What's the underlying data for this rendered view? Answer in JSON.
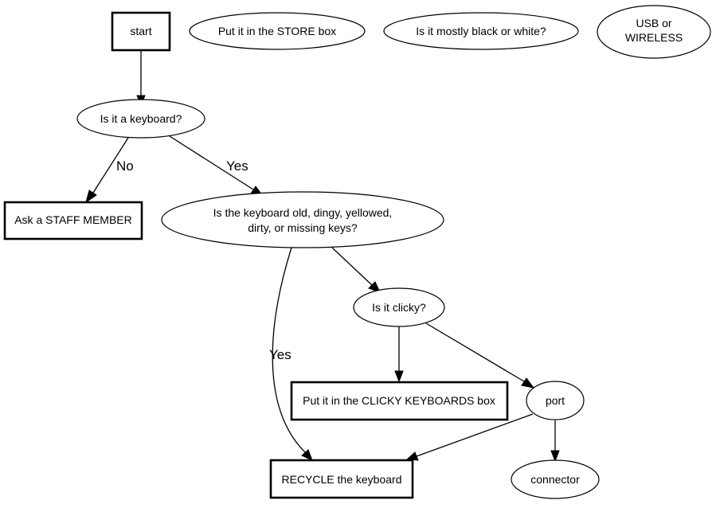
{
  "diagram": {
    "type": "flowchart",
    "nodes": {
      "start": "start",
      "store": "Put it in the STORE box",
      "black_white": "Is it mostly black or white?",
      "usb_line1": "USB or",
      "usb_line2": "WIRELESS",
      "keyboard": "Is it a keyboard?",
      "staff": "Ask a STAFF MEMBER",
      "old_line1": "Is the keyboard old, dingy, yellowed,",
      "old_line2": "dirty, or missing keys?",
      "clicky": "Is it clicky?",
      "clicky_box": "Put it in the CLICKY KEYBOARDS box",
      "port": "port",
      "recycle": "RECYCLE the keyboard",
      "connector": "connector"
    },
    "edges": [
      {
        "from": "start",
        "to": "keyboard",
        "label": ""
      },
      {
        "from": "keyboard",
        "to": "staff",
        "label": "No"
      },
      {
        "from": "keyboard",
        "to": "old",
        "label": "Yes"
      },
      {
        "from": "old",
        "to": "clicky",
        "label": ""
      },
      {
        "from": "old",
        "to": "recycle",
        "label": "Yes"
      },
      {
        "from": "clicky",
        "to": "clicky_box",
        "label": ""
      },
      {
        "from": "clicky",
        "to": "port",
        "label": ""
      },
      {
        "from": "port",
        "to": "recycle",
        "label": ""
      },
      {
        "from": "port",
        "to": "connector",
        "label": ""
      }
    ],
    "edge_labels": {
      "no": "No",
      "yes_old": "Yes",
      "yes_recycle": "Yes"
    }
  }
}
